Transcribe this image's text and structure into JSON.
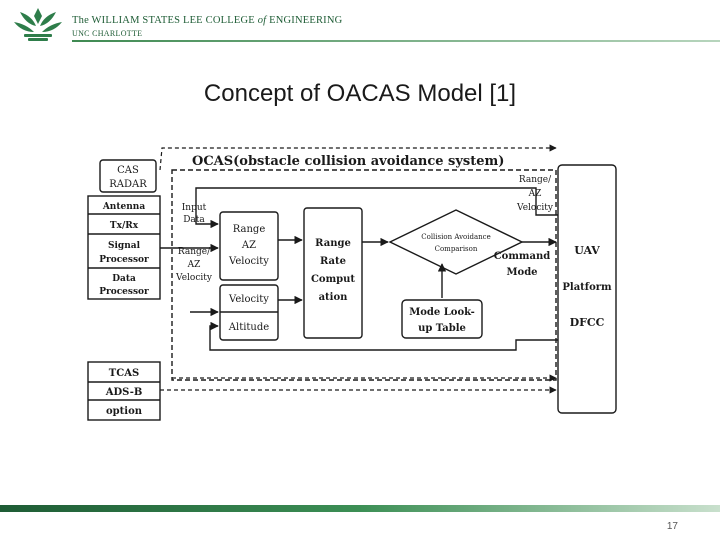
{
  "header": {
    "college_prefix": "The WILLIAM STATES LEE COLLEGE",
    "college_of": "of",
    "college_suffix": "ENGINEERING",
    "university": "UNC CHARLOTTE",
    "brand_color": "#1e5c35",
    "logo_icon": "crown-leaf-logo-icon"
  },
  "slide": {
    "title": "Concept of OACAS Model [1]",
    "page_number": "17"
  },
  "diagram": {
    "system_title": "OCAS(obstacle collision avoidance system)",
    "cas_box": {
      "line1": "CAS",
      "line2": "RADAR"
    },
    "cas_modules": [
      "Antenna",
      "Tx/Rx",
      "Signal",
      "Processor",
      "Data",
      "Processor"
    ],
    "tcas_modules": [
      "TCAS",
      "ADS-B",
      "option"
    ],
    "input_data": [
      "Input",
      "Data"
    ],
    "range_az_velocity_label": [
      "Range/",
      "AZ",
      "Velocity"
    ],
    "range_az_velocity_box": [
      "Range",
      "AZ",
      "Velocity"
    ],
    "velocity_altitude_box": [
      "Velocity",
      "Altitude"
    ],
    "range_rate_box": [
      "Range",
      "Rate",
      "Comput",
      "ation"
    ],
    "comparison_diamond": [
      "Collision Avoidance",
      "Comparison"
    ],
    "mode_lookup_box": [
      "Mode Look-",
      "up Table"
    ],
    "command_mode_label": [
      "Command",
      "Mode"
    ],
    "top_right_label": [
      "Range/",
      "AZ",
      "Velocity"
    ],
    "uav_box": [
      "UAV",
      "Platform",
      "DFCC"
    ]
  }
}
